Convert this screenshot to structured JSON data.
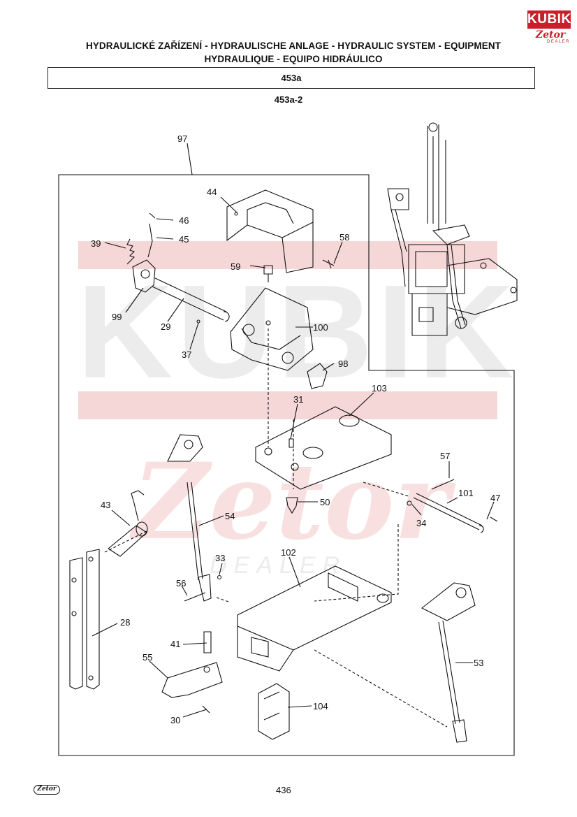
{
  "header": {
    "title_line1": "HYDRAULICKÉ ZAŘÍZENÍ - HYDRAULISCHE ANLAGE - HYDRAULIC SYSTEM - EQUIPMENT",
    "title_line2": "HYDRAULIQUE - EQUIPO HIDRÁULICO",
    "group_code": "453a",
    "sheet_code": "453a-2"
  },
  "logo": {
    "brand": "KUBIK",
    "sub": "Zetor",
    "dealer": "DEALER",
    "color": "#c8202a"
  },
  "watermark": {
    "text": "KUBIK",
    "sub": "Zetor",
    "dealer": "DEALER",
    "color": "#f3c9c9"
  },
  "parts": [
    {
      "label": "97"
    },
    {
      "label": "44"
    },
    {
      "label": "46"
    },
    {
      "label": "45"
    },
    {
      "label": "39"
    },
    {
      "label": "58"
    },
    {
      "label": "59"
    },
    {
      "label": "99"
    },
    {
      "label": "29"
    },
    {
      "label": "100"
    },
    {
      "label": "37"
    },
    {
      "label": "98"
    },
    {
      "label": "103"
    },
    {
      "label": "31"
    },
    {
      "label": "57"
    },
    {
      "label": "50"
    },
    {
      "label": "101"
    },
    {
      "label": "47"
    },
    {
      "label": "43"
    },
    {
      "label": "54"
    },
    {
      "label": "34"
    },
    {
      "label": "33"
    },
    {
      "label": "102"
    },
    {
      "label": "56"
    },
    {
      "label": "28"
    },
    {
      "label": "53"
    },
    {
      "label": "41"
    },
    {
      "label": "55"
    },
    {
      "label": "104"
    },
    {
      "label": "30"
    }
  ],
  "footer": {
    "brand": "Zetor",
    "page_number": "436"
  }
}
